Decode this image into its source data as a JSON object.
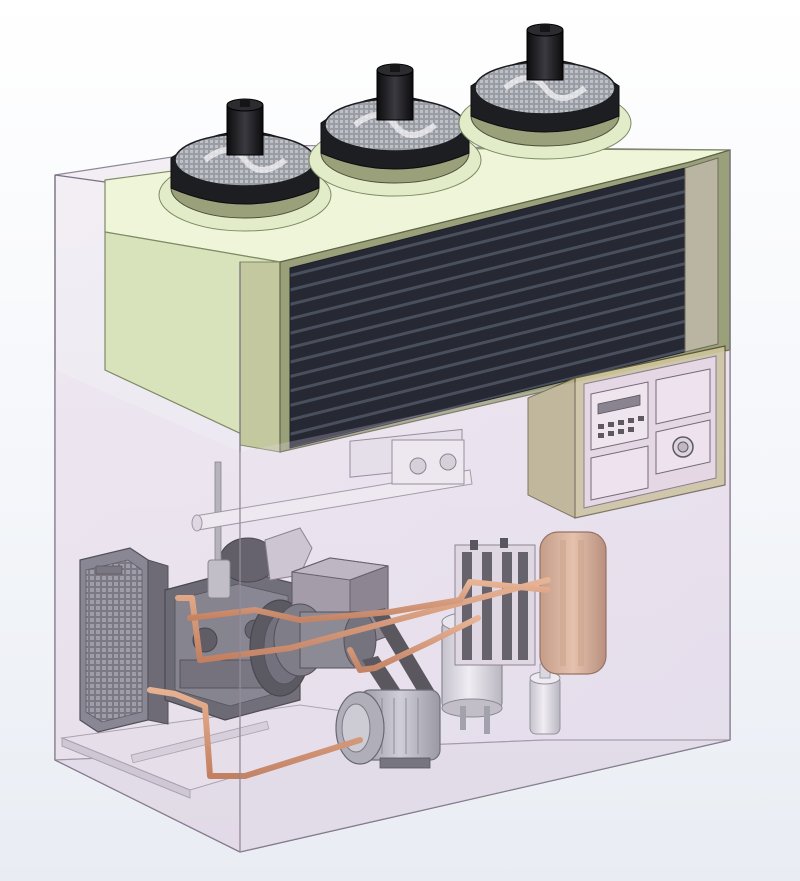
{
  "colors": {
    "background_top": "#ffffff",
    "background_bottom": "#e9edf3",
    "enclosure_glass": "#e7dcea",
    "condenser_top": "#eef5d8",
    "condenser_side": "#cfd8b4",
    "coil_grille": "#2a2d38",
    "control_panel": "#c8c096",
    "control_panel_face": "#e5d9e2",
    "copper_pipe": "#d48a57",
    "motor": "#a9adb5",
    "receiver_tank": "#dcdde1",
    "heat_exchanger": "#d3a988",
    "engine_radiator": "#6f717b"
  },
  "components": [
    {
      "name": "enclosure",
      "icon": "transparent-box"
    },
    {
      "name": "condenser-unit",
      "icon": "finned-coil"
    },
    {
      "name": "condenser-fan",
      "icon": "axial-fan",
      "count": 3
    },
    {
      "name": "control-panel",
      "icon": "display-keypad-dial"
    },
    {
      "name": "diesel-engine",
      "icon": "engine"
    },
    {
      "name": "engine-radiator",
      "icon": "radiator-grille"
    },
    {
      "name": "compressor",
      "icon": "box-compressor"
    },
    {
      "name": "electric-motor",
      "icon": "finned-motor"
    },
    {
      "name": "liquid-receiver",
      "icon": "vertical-tank"
    },
    {
      "name": "plate-heat-exchanger",
      "icon": "plate-exchanger"
    },
    {
      "name": "oil-separator",
      "icon": "small-cylinder"
    },
    {
      "name": "refrigerant-piping",
      "icon": "copper-pipes"
    }
  ]
}
